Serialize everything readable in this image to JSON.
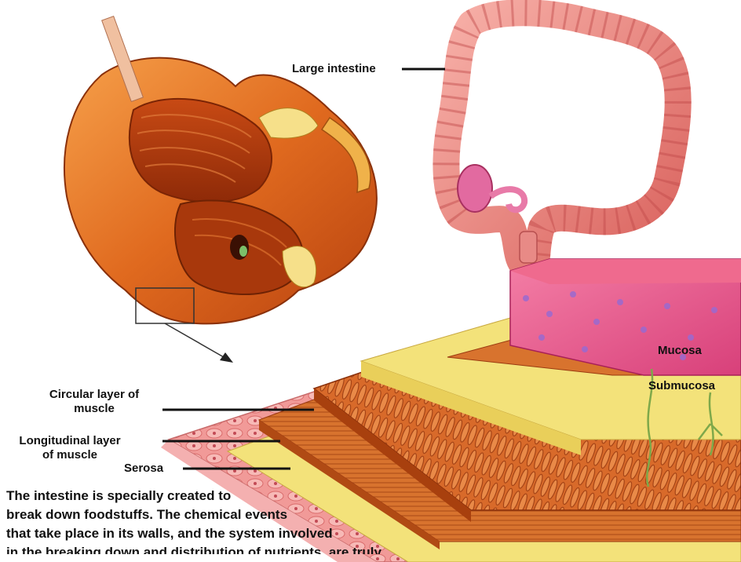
{
  "labels": {
    "large_intestine": "Large intestine",
    "circular_layer": [
      "Circular layer of",
      "muscle"
    ],
    "longitudinal_layer": [
      "Longitudinal layer",
      "of muscle"
    ],
    "serosa": "Serosa",
    "mucosa": "Mucosa",
    "submucosa": "Submucosa"
  },
  "caption": [
    "The intestine is specially created to",
    "break down foodstuffs. The chemical events",
    "that take place in its walls, and the system involved",
    "in the breaking down and distribution of nutrients, are truly"
  ],
  "colors": {
    "stomach_orange": "#e06a1f",
    "colon_pink": "#e88a86",
    "muscle_brown": "#c4561f",
    "fat_yellow": "#f3e27a",
    "mucosa_pink": "#e0558a",
    "serosa_pink": "#f0a0a0"
  }
}
